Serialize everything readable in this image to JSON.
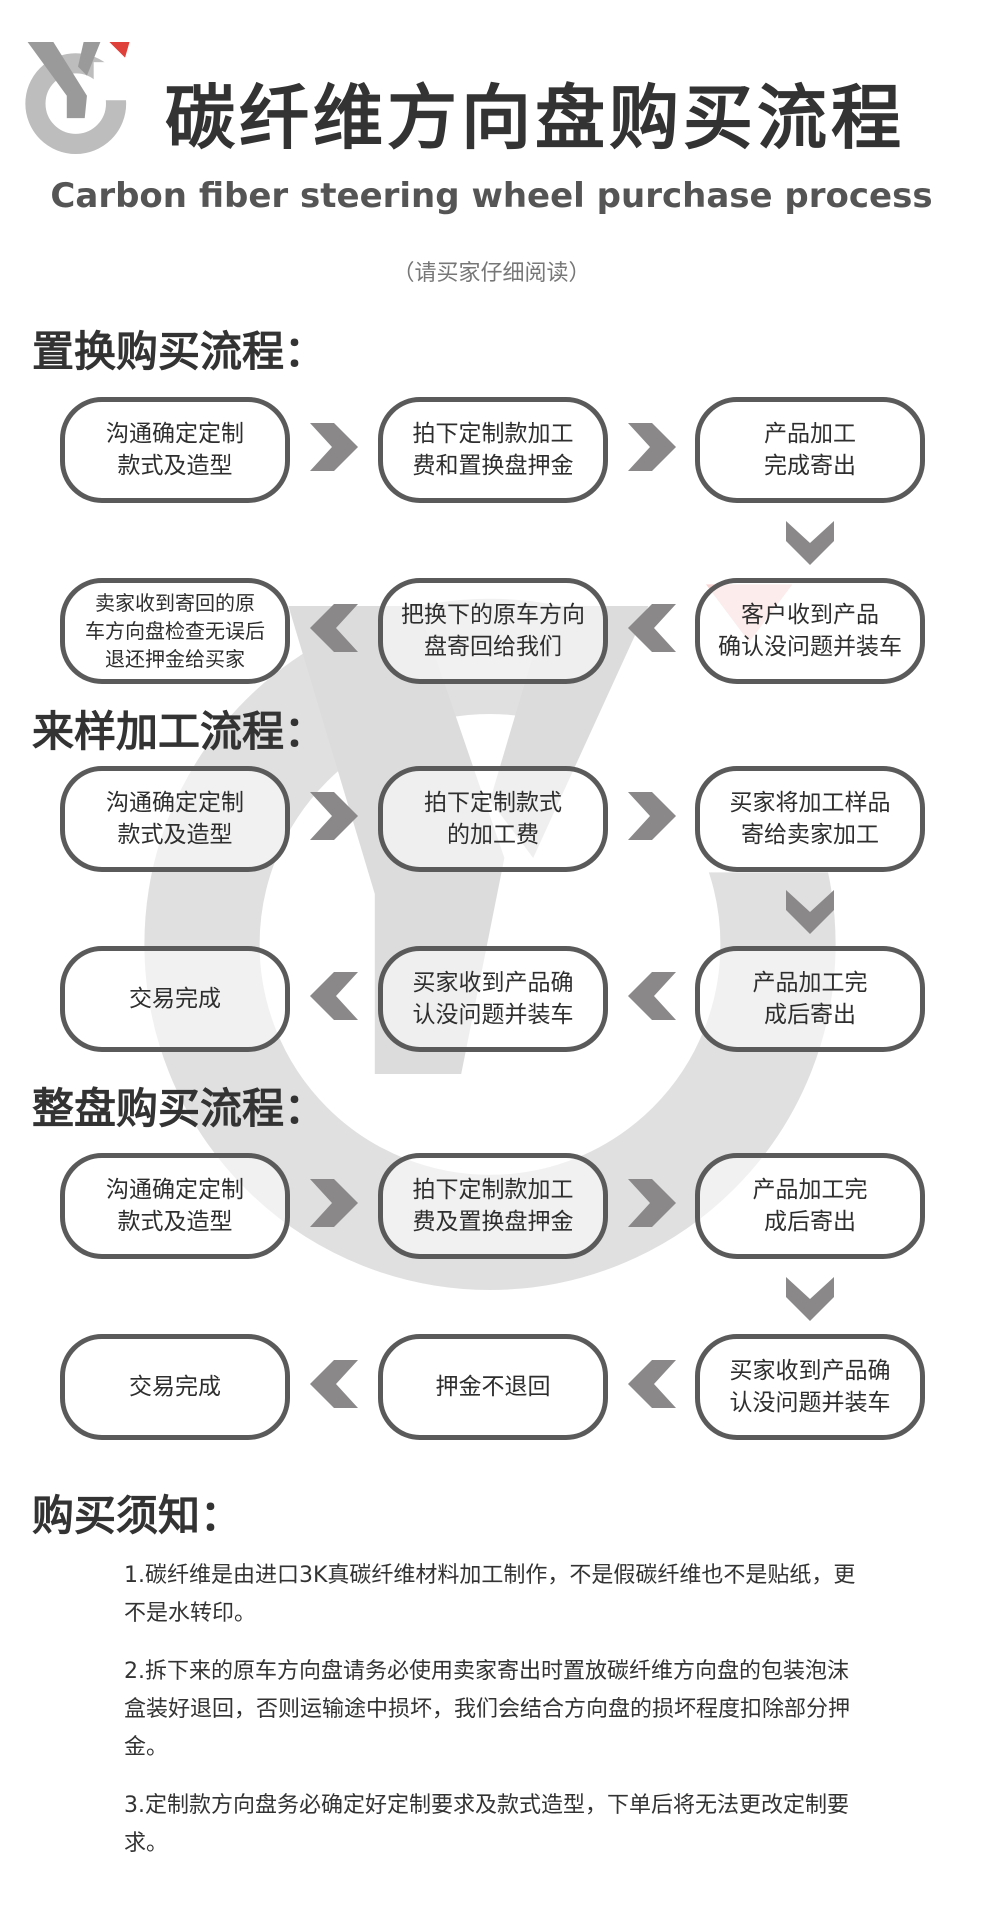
{
  "header": {
    "logo_text": "YC",
    "title": "碳纤维方向盘购买流程",
    "subtitle": "Carbon fiber steering wheel purchase process",
    "hint": "（请买家仔细阅读）"
  },
  "colors": {
    "accent": "#e0403a",
    "box_border": "#5a5a5a",
    "arrow": "#8a8888"
  },
  "sections": [
    {
      "heading": "置换购买流程：",
      "row1": [
        "沟通确定定制\n款式及造型",
        "拍下定制款加工\n费和置换盘押金",
        "产品加工\n完成寄出"
      ],
      "row2": [
        "卖家收到寄回的原\n车方向盘检查无误后\n退还押金给买家",
        "把换下的原车方向\n盘寄回给我们",
        "客户收到产品\n确认没问题并装车"
      ]
    },
    {
      "heading": "来样加工流程：",
      "row1": [
        "沟通确定定制\n款式及造型",
        "拍下定制款式\n的加工费",
        "买家将加工样品\n寄给卖家加工"
      ],
      "row2": [
        "交易完成",
        "买家收到产品确\n认没问题并装车",
        "产品加工完\n成后寄出"
      ]
    },
    {
      "heading": "整盘购买流程：",
      "row1": [
        "沟通确定定制\n款式及造型",
        "拍下定制款加工\n费及置换盘押金",
        "产品加工完\n成后寄出"
      ],
      "row2": [
        "交易完成",
        "押金不退回",
        "买家收到产品确\n认没问题并装车"
      ]
    }
  ],
  "notes": {
    "heading": "购买须知：",
    "items": [
      "1.碳纤维是由进口3K真碳纤维材料加工制作，不是假碳纤维也不是贴纸，更不是水转印。",
      "2.拆下来的原车方向盘请务必使用卖家寄出时置放碳纤维方向盘的包装泡沫盒装好退回，否则运输途中损坏，我们会结合方向盘的损坏程度扣除部分押金。",
      "3.定制款方向盘务必确定好定制要求及款式造型，下单后将无法更改定制要求。"
    ]
  }
}
